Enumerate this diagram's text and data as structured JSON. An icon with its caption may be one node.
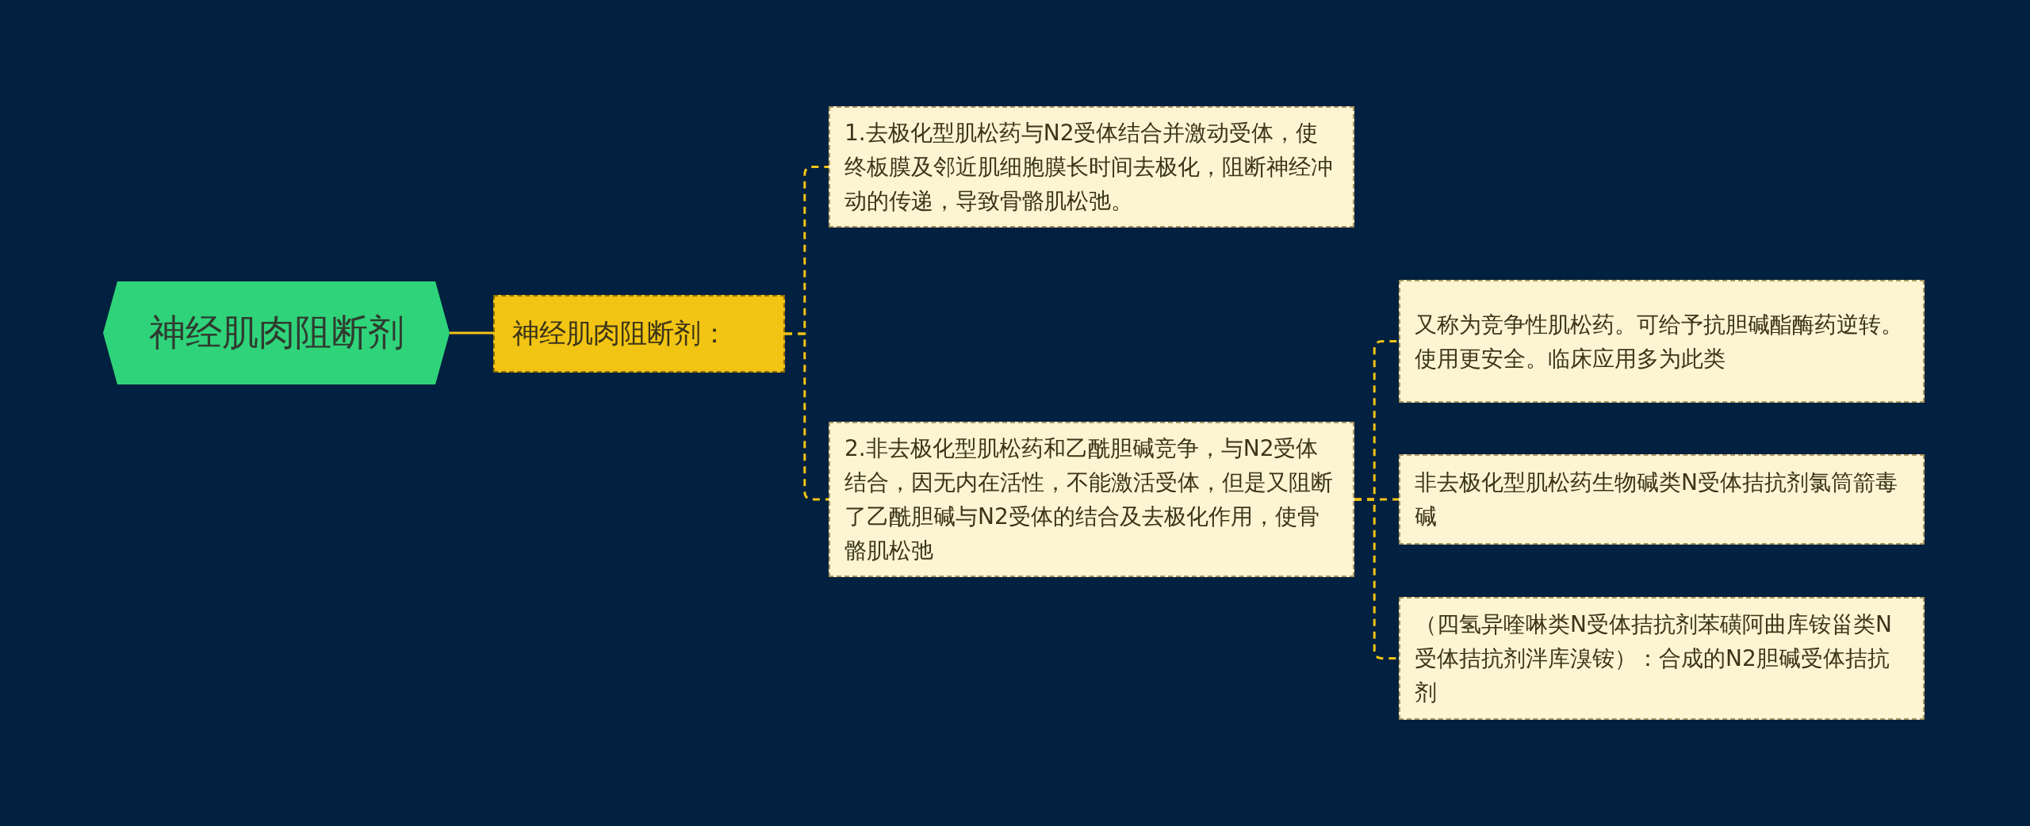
{
  "diagram": {
    "nodes": [
      {
        "text": [
          "神经肌肉阻断剂"
        ]
      },
      {
        "text": [
          "神经肌肉阻断剂："
        ]
      },
      {
        "text": [
          "1.去极化型肌松药与N2受体结合并激动受体，使终板膜及邻近肌细胞膜长时间去极化，阻断神经冲动的传递，导致骨骼肌松弛。"
        ]
      },
      {
        "text": [
          "2.非去极化型肌松药和乙酰胆碱竞争，与N2受体结合，因无内在活性，不能激活受体，但是又阻断了乙酰胆碱与N2受体的结合及去极化作用，使骨骼肌松弛"
        ]
      },
      {
        "text": [
          "又称为竞争性肌松药。可给予抗胆碱酯酶药逆转。使用更安全。临床应用多为此类"
        ]
      },
      {
        "text": [
          "非去极化型肌松药生物碱类N受体拮抗剂氯筒箭毒碱"
        ]
      },
      {
        "text": [
          "（四氢异喹啉类N受体拮抗剂苯磺阿曲库铵甾类N受体拮抗剂泮库溴铵）：合成的N2胆碱受体拮抗剂"
        ]
      }
    ],
    "edges": [
      {
        "from": 0,
        "to": 1,
        "arrow": "none"
      },
      {
        "from": 1,
        "to": 2,
        "arrow": "none",
        "style": "dashed"
      },
      {
        "from": 1,
        "to": 3,
        "arrow": "none",
        "style": "dashed"
      },
      {
        "from": 3,
        "to": 4,
        "arrow": "none",
        "style": "dashed"
      },
      {
        "from": 3,
        "to": 5,
        "arrow": "none",
        "style": "dashed"
      },
      {
        "from": 3,
        "to": 6,
        "arrow": "none",
        "style": "dashed"
      }
    ]
  }
}
